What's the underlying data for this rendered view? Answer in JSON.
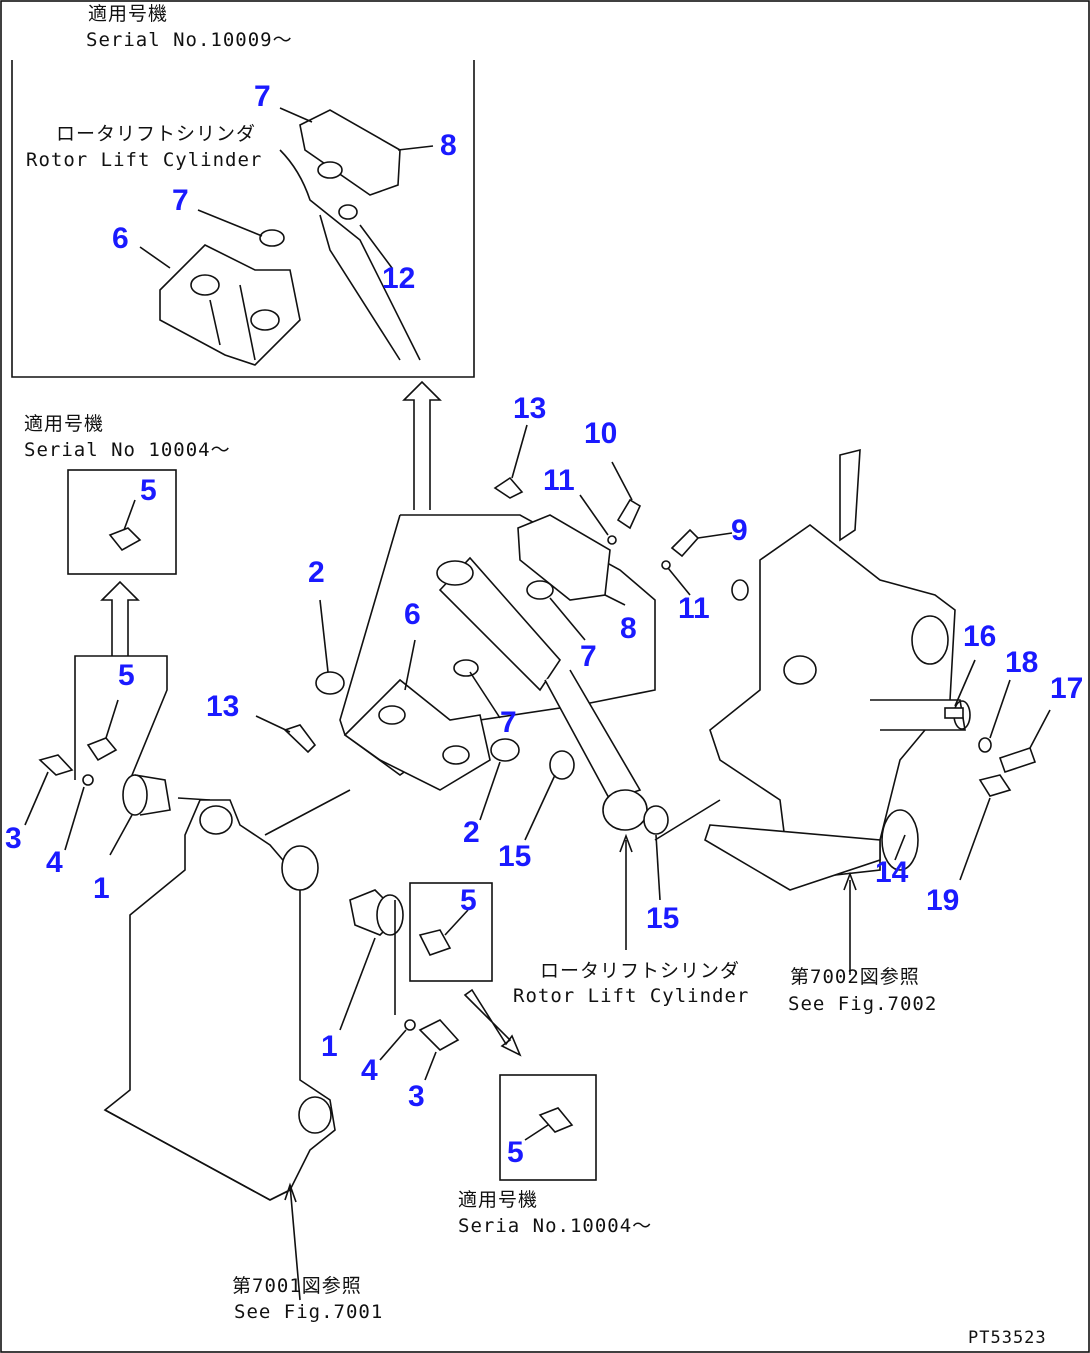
{
  "texts": {
    "top_serial_jp": "適用号機",
    "top_serial_en": "Serial No.10009～",
    "inset_cyl_jp": "ロータリフトシリンダ",
    "inset_cyl_en": "Rotor Lift Cylinder",
    "left_serial_jp": "適用号機",
    "left_serial_en": "Serial No 10004～",
    "main_cyl_jp": "ロータリフトシリンダ",
    "main_cyl_en": "Rotor Lift Cylinder",
    "fig7002_jp": "第7002図参照",
    "fig7002_en": "See Fig.7002",
    "bottom_serial_jp": "適用号機",
    "bottom_serial_en": "Seria No.10004～",
    "fig7001_jp": "第7001図参照",
    "fig7001_en": "See Fig.7001",
    "drawing_code": "PT53523"
  },
  "callouts": [
    {
      "id": "c-7a",
      "text": "7"
    },
    {
      "id": "c-8a",
      "text": "8"
    },
    {
      "id": "c-7b",
      "text": "7"
    },
    {
      "id": "c-6a",
      "text": "6"
    },
    {
      "id": "c-12",
      "text": "12"
    },
    {
      "id": "c-5a",
      "text": "5"
    },
    {
      "id": "c-5b",
      "text": "5"
    },
    {
      "id": "c-13a",
      "text": "13"
    },
    {
      "id": "c-10",
      "text": "10"
    },
    {
      "id": "c-11a",
      "text": "11"
    },
    {
      "id": "c-9",
      "text": "9"
    },
    {
      "id": "c-11b",
      "text": "11"
    },
    {
      "id": "c-2a",
      "text": "2"
    },
    {
      "id": "c-6b",
      "text": "6"
    },
    {
      "id": "c-8b",
      "text": "8"
    },
    {
      "id": "c-7c",
      "text": "7"
    },
    {
      "id": "c-7d",
      "text": "7"
    },
    {
      "id": "c-13b",
      "text": "13"
    },
    {
      "id": "c-16",
      "text": "16"
    },
    {
      "id": "c-18",
      "text": "18"
    },
    {
      "id": "c-17",
      "text": "17"
    },
    {
      "id": "c-3a",
      "text": "3"
    },
    {
      "id": "c-4a",
      "text": "4"
    },
    {
      "id": "c-1a",
      "text": "1"
    },
    {
      "id": "c-2b",
      "text": "2"
    },
    {
      "id": "c-15a",
      "text": "15"
    },
    {
      "id": "c-15b",
      "text": "15"
    },
    {
      "id": "c-14",
      "text": "14"
    },
    {
      "id": "c-19",
      "text": "19"
    },
    {
      "id": "c-5c",
      "text": "5"
    },
    {
      "id": "c-1b",
      "text": "1"
    },
    {
      "id": "c-4b",
      "text": "4"
    },
    {
      "id": "c-3b",
      "text": "3"
    },
    {
      "id": "c-5d",
      "text": "5"
    }
  ]
}
